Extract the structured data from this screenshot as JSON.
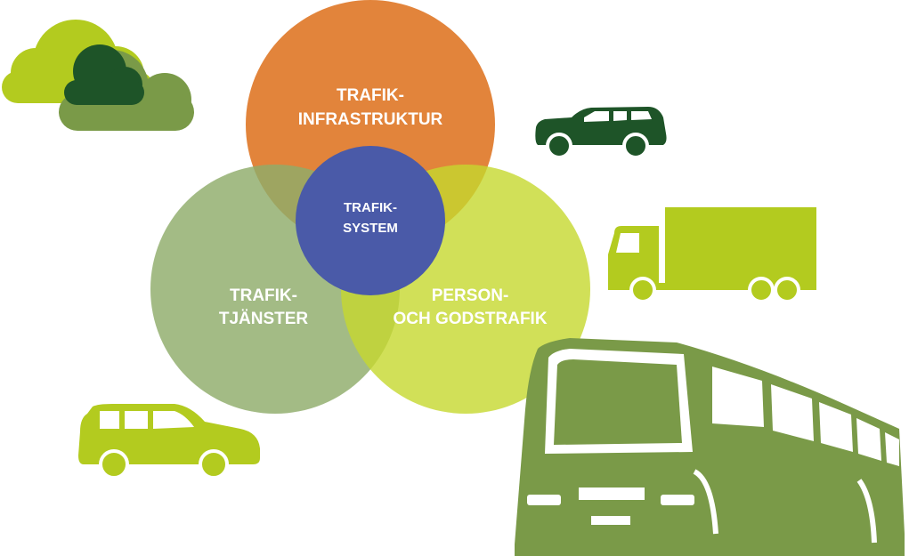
{
  "colors": {
    "infrastructure": "#e07a2a",
    "services": "#8fac6a",
    "traffic": "#c6d82e",
    "system": "#4a5aa8",
    "lime": "#b3cb1f",
    "olive": "#7a9a48",
    "dark_green": "#1e5428",
    "label": "#ffffff"
  },
  "diagram": {
    "infrastructure": {
      "line1": "TRAFIK-",
      "line2": "INFRASTRUKTUR"
    },
    "services": {
      "line1": "TRAFIK-",
      "line2": "TJÄNSTER"
    },
    "traffic": {
      "line1": "PERSON-",
      "line2": "OCH GODSTRAFIK"
    },
    "system": {
      "line1": "TRAFIK-",
      "line2": "SYSTEM"
    }
  },
  "icons": [
    "cloud-icon",
    "car-icon",
    "truck-icon",
    "bus-icon"
  ]
}
